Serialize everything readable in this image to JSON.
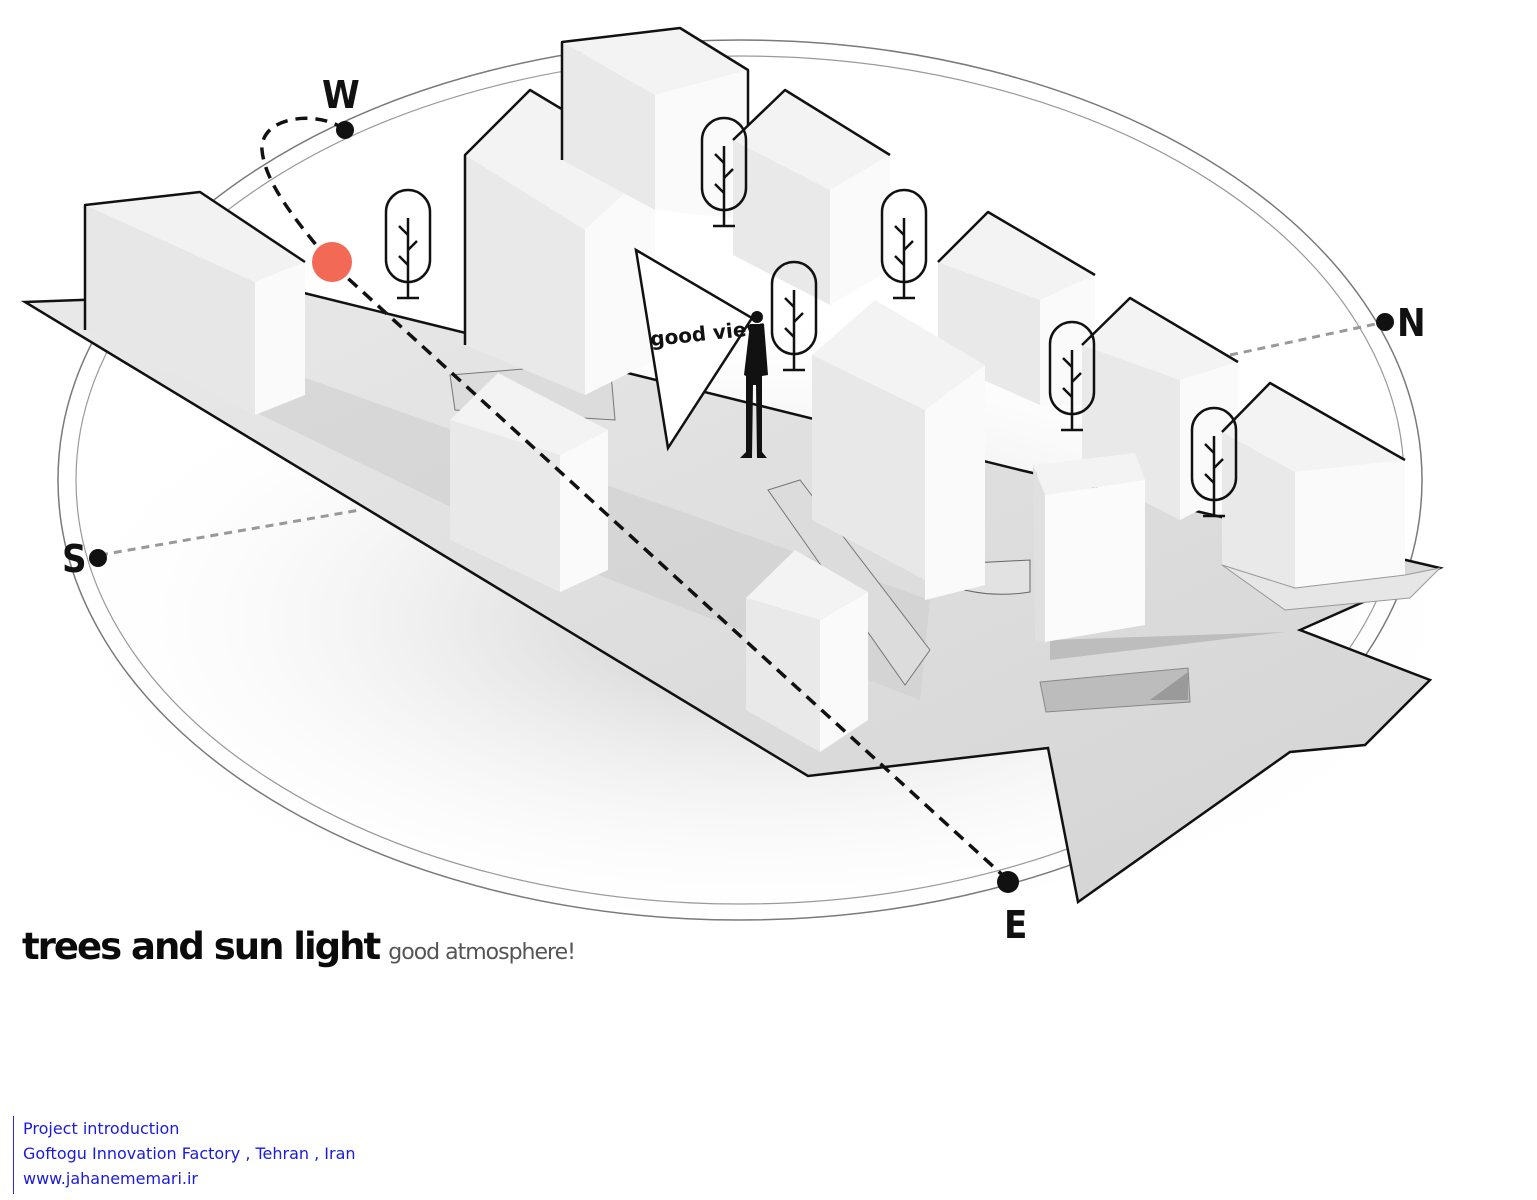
{
  "compass": {
    "west": "W",
    "north": "N",
    "south": "S",
    "east": "E"
  },
  "view_label": "good view",
  "caption": {
    "main": "trees and sun light",
    "sub": "good atmosphere!"
  },
  "footer": {
    "line1": "Project introduction",
    "line2": "Goftogu Innovation Factory , Tehran , Iran",
    "line3": "www.jahanememari.ir"
  },
  "colors": {
    "sun": "#f26a55",
    "footer_text": "#1a1ae0"
  }
}
